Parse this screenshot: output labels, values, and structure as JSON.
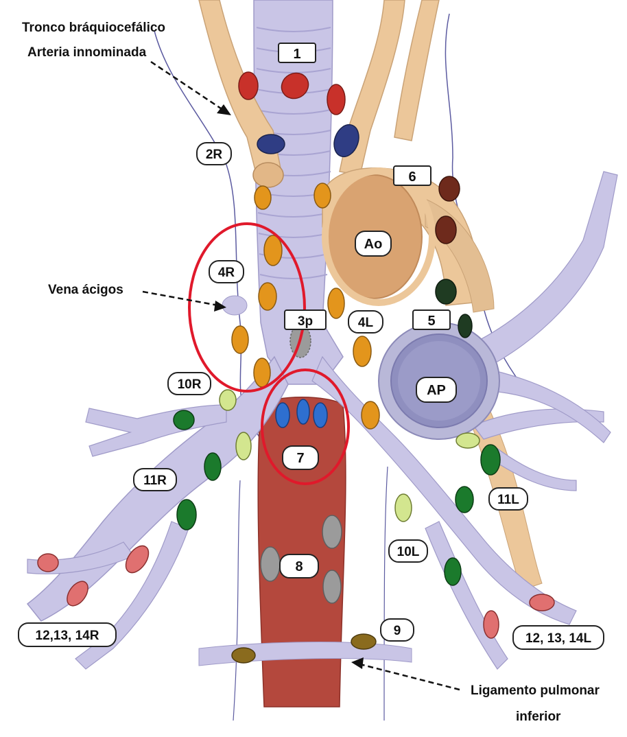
{
  "annotations": {
    "brachiocephalic_line1": "Tronco bráquiocefálico",
    "brachiocephalic_line2": "Arteria innominada",
    "azygos": "Vena ácigos",
    "ligament_line1": "Ligamento pulmonar",
    "ligament_line2": "inferior"
  },
  "station_labels": {
    "s1": "1",
    "s2r": "2R",
    "s3p": "3p",
    "s4r": "4R",
    "s4l": "4L",
    "s5": "5",
    "s6": "6",
    "s7": "7",
    "s8": "8",
    "s9": "9",
    "s10r": "10R",
    "s10l": "10L",
    "s11r": "11R",
    "s11l": "11L",
    "s12r": "12,13, 14R",
    "s12l": "12, 13, 14L"
  },
  "structure_labels": {
    "aorta": "Ao",
    "pulmonary_artery": "AP"
  },
  "colors": {
    "airway": "#c9c5e6",
    "airway_edge": "#9f9ac8",
    "vessel_tan": "#ecc79a",
    "aorta_fill": "#d9a371",
    "pa_fill": "#b9b8d8",
    "esophagus": "#b4483d",
    "highlight_ring": "#e0192b",
    "node_red": "#c8312a",
    "node_navy": "#2f3d84",
    "node_orange": "#e3951c",
    "node_brown": "#6e2a1c",
    "node_darkgreen": "#1f3b22",
    "node_blue": "#2e6fd0",
    "node_lightgreen": "#d3e68f",
    "node_green": "#1b7a2c",
    "node_gray": "#9b9b9b",
    "node_olive": "#8a6b1e",
    "node_pink": "#e07070"
  }
}
